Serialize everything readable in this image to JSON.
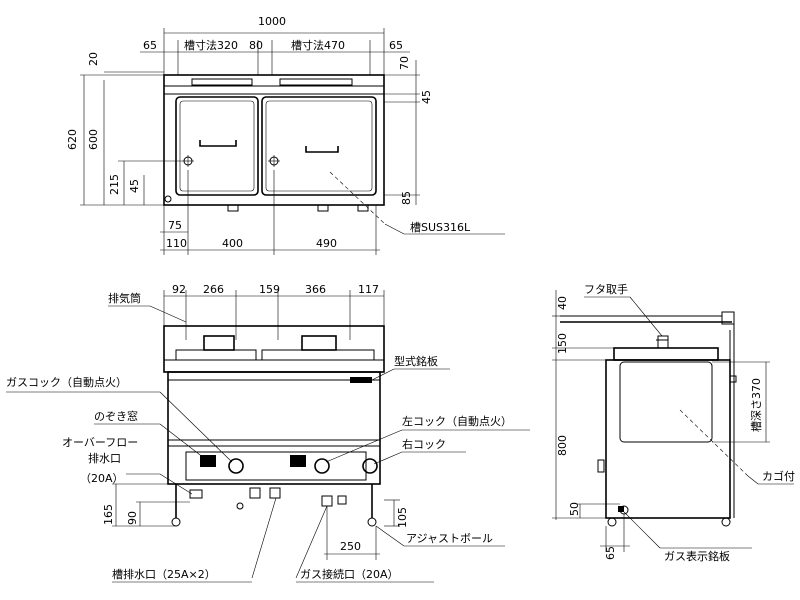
{
  "top_view": {
    "overall_width": "1000",
    "tank_left_width": "槽寸法320",
    "tank_right_width": "槽寸法470",
    "side_left": "65",
    "gap_center": "80",
    "side_right": "65",
    "depth_total": "620",
    "depth_inner": "600",
    "back_lip": "20",
    "top_70": "70",
    "dim_45_right": "45",
    "dim_85": "85",
    "drain_height": "215",
    "drain_offset": "45",
    "base_75": "75",
    "base_110": "110",
    "base_400": "400",
    "base_490": "490",
    "tank_material": "槽SUS316L"
  },
  "front_view": {
    "d92": "92",
    "d266": "266",
    "d159": "159",
    "d366": "366",
    "d117": "117",
    "flue": "排気筒",
    "model_plate": "型式銘板",
    "gas_cock": "ガスコック（自動点火）",
    "peep_window": "のぞき窓",
    "overflow_1": "オーバーフロー",
    "overflow_2": "排水口",
    "overflow_3": "（20A）",
    "left_cock": "左コック（自動点火）",
    "right_cock": "右コック",
    "h165": "165",
    "h90": "90",
    "h105": "105",
    "d250": "250",
    "adjust_ball": "アジャストボール",
    "tank_drain": "槽排水口（25A×2）",
    "gas_inlet": "ガス接続口（20A）"
  },
  "side_view": {
    "lid_handle": "フタ取手",
    "d40": "40",
    "d150": "150",
    "depth370": "槽深さ370",
    "h800": "800",
    "h50": "50",
    "d65": "65",
    "basket": "カゴ付",
    "gas_plate": "ガス表示銘板"
  }
}
